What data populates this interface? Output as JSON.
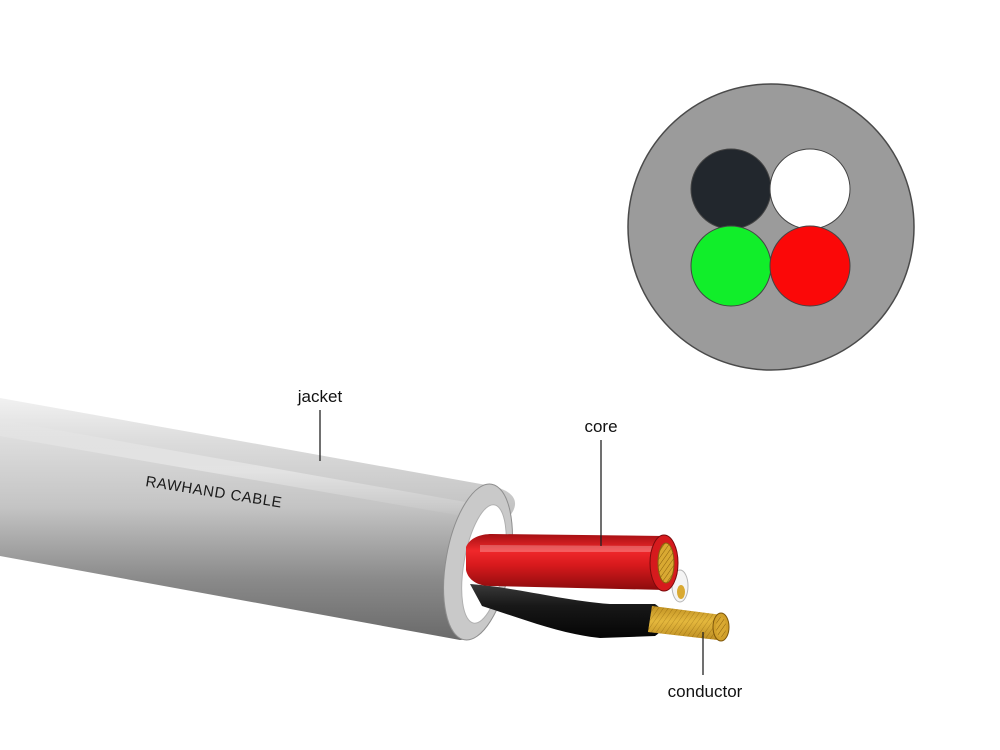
{
  "diagram": {
    "jacket_print": "RAWHAND  CABLE",
    "labels": {
      "jacket": "jacket",
      "core": "core",
      "conductor": "conductor"
    }
  },
  "cross_section": {
    "sheath_color": "#9b9b9b",
    "cores": [
      {
        "name": "black",
        "color": "#22272d"
      },
      {
        "name": "white",
        "color": "#ffffff"
      },
      {
        "name": "green",
        "color": "#11ee2a"
      },
      {
        "name": "red",
        "color": "#fb0808"
      }
    ]
  },
  "colors": {
    "jacket_light": "#e2e2e2",
    "jacket_dark": "#6f6f6f",
    "core_red": "#e0191c",
    "core_black": "#1d1d1d",
    "copper": "#d6a52c"
  }
}
